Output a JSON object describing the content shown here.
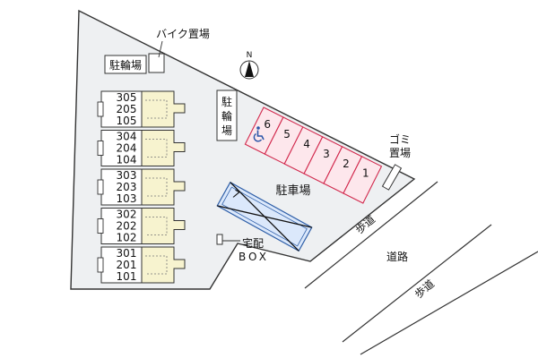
{
  "labels": {
    "bike_parking": "バイク置場",
    "bicycle_parking_small": "駐輪場",
    "bicycle_parking_tall": "駐輪場",
    "parking_lot": "駐車場",
    "garbage": "ゴミ置場",
    "delivery_line1": "宅配",
    "delivery_line2": "BOX",
    "road": "道路",
    "sidewalk_upper": "歩道",
    "sidewalk_lower": "歩道",
    "north": "N"
  },
  "buildings": [
    {
      "rooms": [
        "305",
        "205",
        "105"
      ]
    },
    {
      "rooms": [
        "304",
        "204",
        "104"
      ]
    },
    {
      "rooms": [
        "303",
        "203",
        "103"
      ]
    },
    {
      "rooms": [
        "302",
        "202",
        "102"
      ]
    },
    {
      "rooms": [
        "301",
        "201",
        "101"
      ]
    }
  ],
  "parking_spaces": [
    "6",
    "5",
    "4",
    "3",
    "2",
    "1"
  ],
  "unavailable_space": "7",
  "colors": {
    "site": "#eef0f2",
    "outline": "#333333",
    "parking_fill": "#fde7ec",
    "parking_stroke": "#d2294d",
    "blocked_fill": "#dbe8fb",
    "blocked_stroke": "#2f5fa8",
    "building_fill": "#f7f3cf"
  },
  "icons": {
    "accessible_space": "wheelchair-icon",
    "compass": "north-arrow-icon"
  }
}
